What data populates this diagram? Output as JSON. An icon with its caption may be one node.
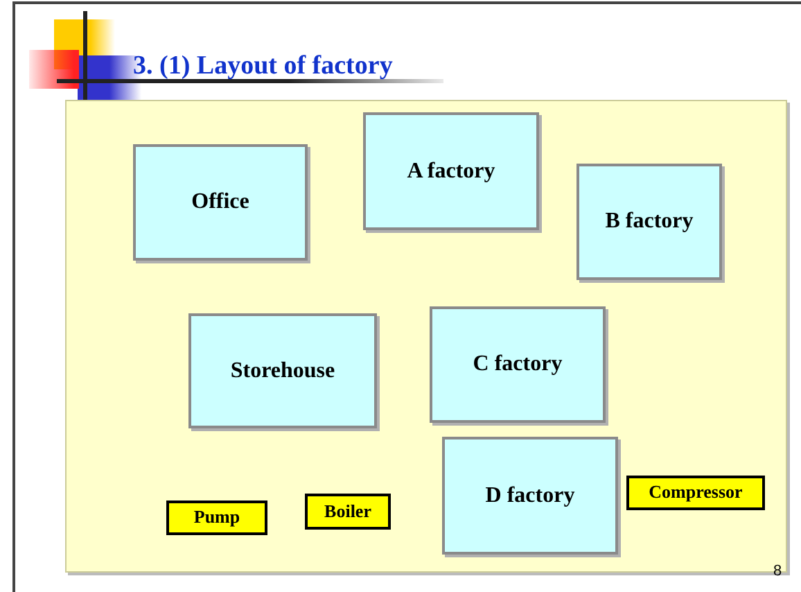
{
  "diagram": {
    "title": "3. (1) Layout of factory",
    "nodes": [
      {
        "text": [
          "Office"
        ]
      },
      {
        "text": [
          "A factory"
        ]
      },
      {
        "text": [
          "B factory"
        ]
      },
      {
        "text": [
          "Storehouse"
        ]
      },
      {
        "text": [
          "C factory"
        ]
      },
      {
        "text": [
          "D factory"
        ]
      },
      {
        "text": [
          "Pump"
        ]
      },
      {
        "text": [
          "Boiler"
        ]
      },
      {
        "text": [
          "Compressor"
        ]
      }
    ],
    "labels": [
      "8"
    ]
  }
}
